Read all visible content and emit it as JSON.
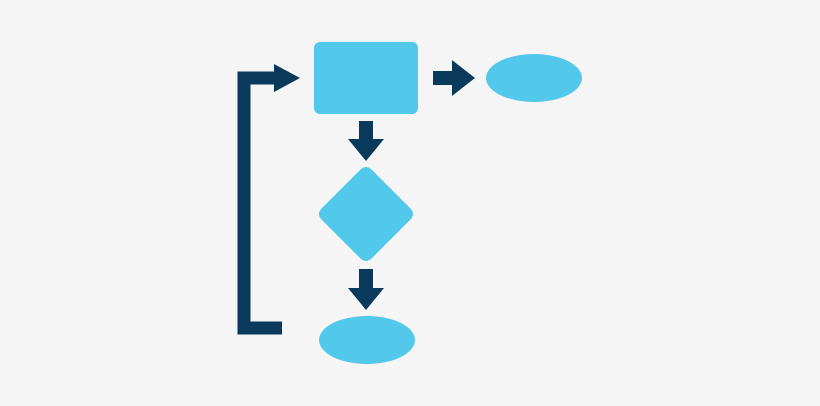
{
  "colors": {
    "background": "#f5f5f6",
    "shape_fill": "#52c8ea",
    "arrow": "#093a5c"
  },
  "diagram": {
    "type": "flowchart",
    "nodes": [
      {
        "id": "process",
        "shape": "rounded-rectangle",
        "label": ""
      },
      {
        "id": "terminal-right",
        "shape": "ellipse",
        "label": ""
      },
      {
        "id": "decision",
        "shape": "diamond",
        "label": ""
      },
      {
        "id": "terminal-bottom",
        "shape": "ellipse",
        "label": ""
      }
    ],
    "edges": [
      {
        "from": "process",
        "to": "terminal-right"
      },
      {
        "from": "process",
        "to": "decision"
      },
      {
        "from": "decision",
        "to": "terminal-bottom"
      },
      {
        "from": "terminal-bottom",
        "to": "process",
        "style": "loop-back"
      }
    ]
  }
}
